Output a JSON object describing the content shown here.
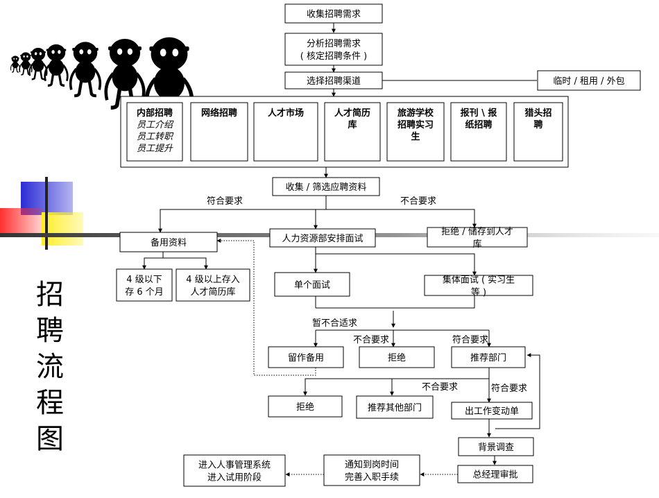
{
  "title": "招聘流程图",
  "boxes": {
    "collect_demand": "收集招聘需求",
    "analyze_demand": [
      "分析招聘需求",
      "( 核定招聘条件 )"
    ],
    "select_channel": "选择招聘渠道",
    "temp_rent": "临时 / 租用 / 外包",
    "collect_screen": "收集 / 筛选应聘资料",
    "backup": "备用资料",
    "hr_interview": "人力资源部安排面试",
    "reject_store": [
      "拒绝 / 储存到人才",
      "库"
    ],
    "below_lv4": [
      "4 级以下",
      "存 6 个月"
    ],
    "above_lv4": [
      "4 级以上存入",
      "人才简历库"
    ],
    "single_interview": "单个面试",
    "group_interview": [
      "集体面试 ( 实习生",
      "等 )"
    ],
    "keep_backup": "留作备用",
    "reject1": "拒绝",
    "recommend_dept": "推荐部门",
    "reject2": "拒绝",
    "recommend_other": "推荐其他部门",
    "transfer_form": "出工作变动单",
    "background": "背景调查",
    "gm_approval": "总经理审批",
    "notify": [
      "通知到岗时间",
      "完善入职手续"
    ],
    "hr_system": [
      "进入人事管理系统",
      "进入试用阶段"
    ]
  },
  "channels": [
    {
      "title": [
        "内部招聘"
      ],
      "subs": [
        "员工介绍",
        "员工转职",
        "员工提升"
      ]
    },
    {
      "title": [
        "网络招聘"
      ],
      "subs": []
    },
    {
      "title": [
        "人才市场"
      ],
      "subs": []
    },
    {
      "title": [
        "人才简历",
        "库"
      ],
      "subs": []
    },
    {
      "title": [
        "旅游学校",
        "招聘实习",
        "生"
      ],
      "subs": []
    },
    {
      "title": [
        "报刊 \\ 报",
        "纸招聘"
      ],
      "subs": []
    },
    {
      "title": [
        "猎头招",
        "聘"
      ],
      "subs": []
    }
  ],
  "labels": {
    "meets": "符合要求",
    "not_meets": "不合要求",
    "temp_unfit": "暂不合适求",
    "not_meets2": "不合要求",
    "meets2": "符合要求",
    "not_meets3": "不合要求",
    "meets3": "符合要求"
  },
  "colors": {
    "block_blue": "#2b2bd6",
    "block_red": "#ff2020",
    "block_yellow": "#ffee22",
    "bar_gray": "#555555"
  }
}
